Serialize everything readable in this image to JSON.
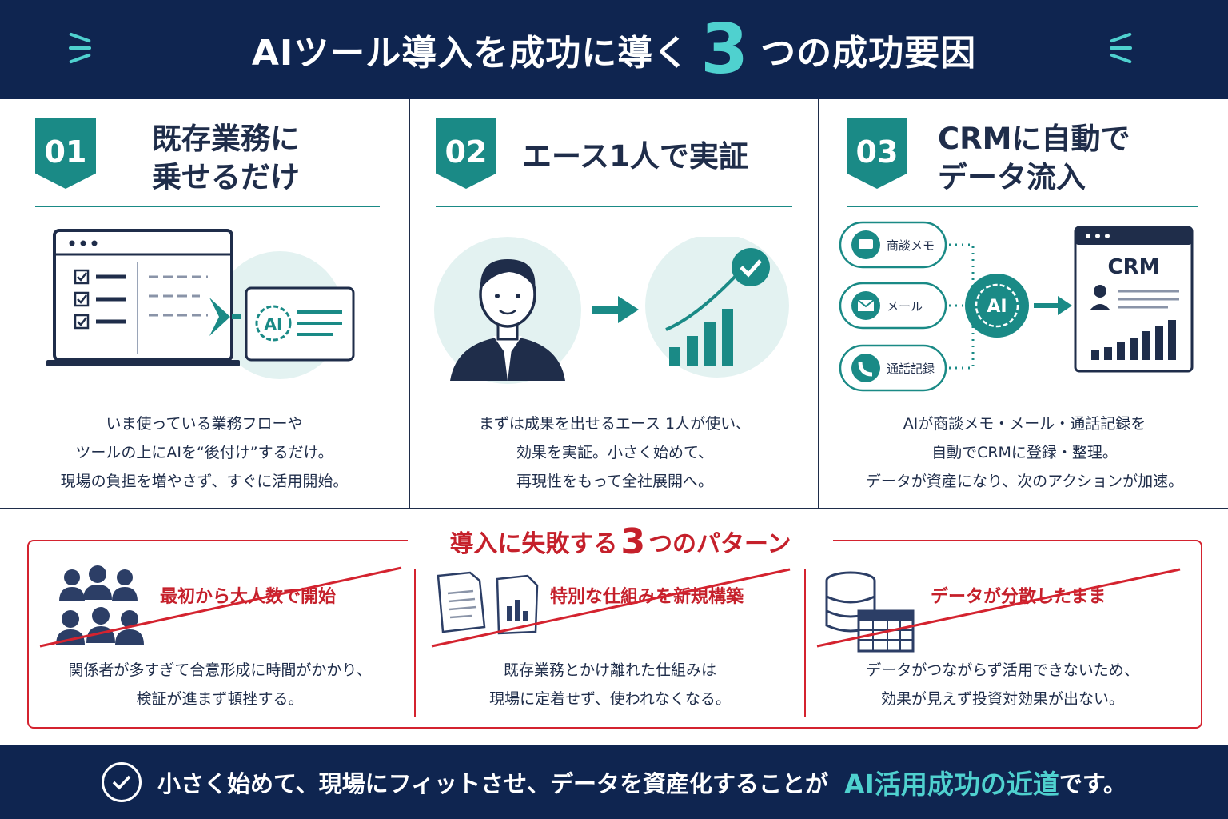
{
  "header": {
    "title_pre": "AIツール導入を成功に導く",
    "title_num": "3",
    "title_post": "つの成功要因"
  },
  "factors": [
    {
      "num": "01",
      "title_l1": "既存業務に",
      "title_l2": "乗せるだけ",
      "desc": [
        "いま使っている業務フローや",
        "ツールの上にAIを“後付け”するだけ。",
        "現場の負担を増やさず、すぐに活用開始。"
      ],
      "ai_label": "AI"
    },
    {
      "num": "02",
      "title": "エース1人で実証",
      "desc": [
        "まずは成果を出せるエース 1人が使い、",
        "効果を実証。小さく始めて、",
        "再現性をもって全社展開へ。"
      ]
    },
    {
      "num": "03",
      "title_l1": "CRMに自動で",
      "title_l2": "データ流入",
      "desc": [
        "AIが商談メモ・メール・通話記録を",
        "自動でCRMに登録・整理。",
        "データが資産になり、次のアクションが加速。"
      ],
      "sources": [
        "商談メモ",
        "メール",
        "通話記録"
      ],
      "ai_label": "AI",
      "crm_label": "CRM"
    }
  ],
  "failures": {
    "title_pre": "導入に失敗する",
    "title_num": "3",
    "title_post": "つのパターン",
    "items": [
      {
        "label": "最初から大人数で開始",
        "desc": [
          "関係者が多すぎて合意形成に時間がかかり、",
          "検証が進まず頓挫する。"
        ]
      },
      {
        "label": "特別な仕組みを新規構築",
        "desc": [
          "既存業務とかけ離れた仕組みは",
          "現場に定着せず、使われなくなる。"
        ]
      },
      {
        "label": "データが分散したまま",
        "desc": [
          "データがつながらず活用できないため、",
          "効果が見えず投資対効果が出ない。"
        ]
      }
    ]
  },
  "footer": {
    "main": "小さく始めて、現場にフィットさせ、データを資産化することが",
    "highlight": "AI活用成功の近道",
    "tail": "です。"
  },
  "colors": {
    "navy": "#0f2550",
    "teal": "#1a8a86",
    "accent": "#4fd1cf",
    "red": "#d4232f"
  }
}
